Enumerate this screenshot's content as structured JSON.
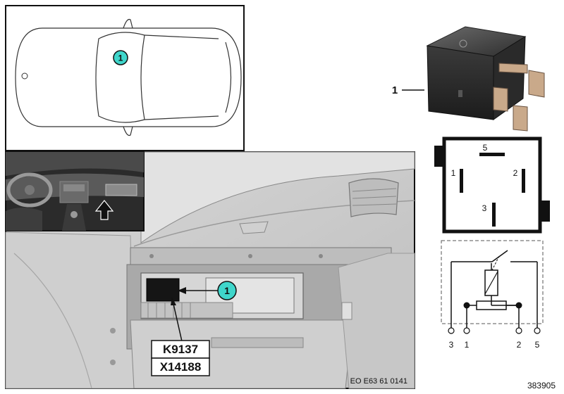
{
  "callouts": {
    "car_view": "1",
    "location_view": "1"
  },
  "part": {
    "number": "1"
  },
  "connector_labels": {
    "relay": "K9137",
    "plug": "X14188"
  },
  "pin_face": {
    "pin5": "5",
    "pin1": "1",
    "pin2": "2",
    "pin3": "3"
  },
  "schematic": {
    "terminals": [
      "3",
      "1",
      "2",
      "5"
    ]
  },
  "figure_code": "EO E63 61 0141",
  "catalog_number": "383905",
  "colors": {
    "callout_fill": "#3fd6cb",
    "line": "#111111",
    "photo_bg": "#c9c9c9",
    "relay_body": "#3a3a3a"
  }
}
